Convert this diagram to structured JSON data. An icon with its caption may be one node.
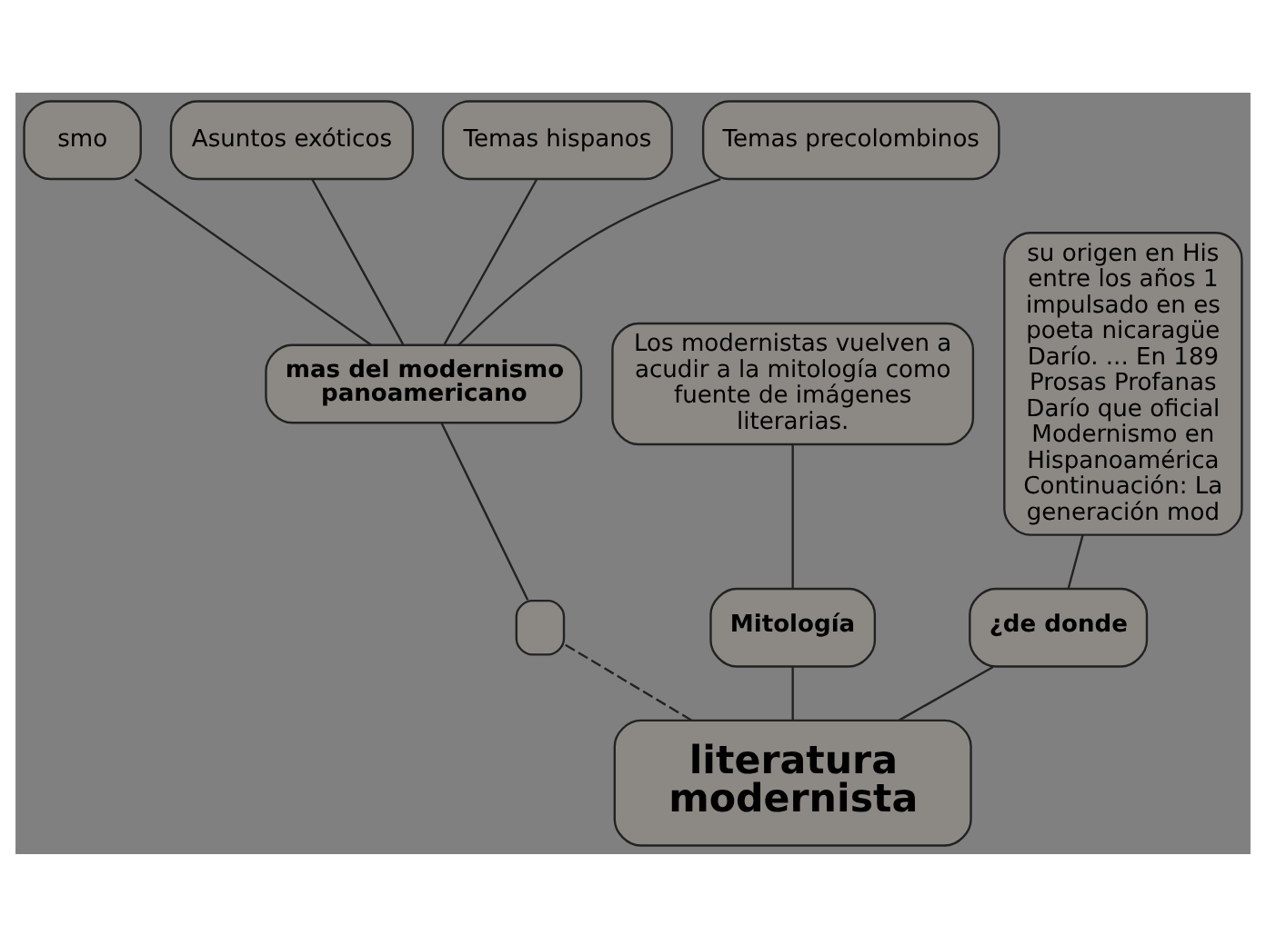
{
  "diagram": {
    "nodes": [
      {
        "text": [
          "literatura modernista"
        ]
      },
      {
        "text": [],
        "shape": "box"
      },
      {
        "text": [
          "mas del modernismo panoamericano"
        ]
      },
      {
        "text": [
          "smo"
        ]
      },
      {
        "text": [
          "Asuntos exóticos"
        ]
      },
      {
        "text": [
          "Temas hispanos"
        ]
      },
      {
        "text": [
          "Temas precolombinos"
        ]
      },
      {
        "text": [
          "Mitología"
        ]
      },
      {
        "text": [
          "Los modernistas vuelven a acudir a la mitología como fuente de imágenes literarias."
        ]
      },
      {
        "text": [
          "¿de donde"
        ]
      },
      {
        "text": [
          "su origen en His entre los años 1 impulsado en es poeta nicaragüe Darío. ... En 189 Prosas Profanas Darío que oficial Modernismo en Hispanoamérica Continuación: La generación mod"
        ]
      }
    ],
    "edges": [
      {
        "from": 0,
        "to": 1,
        "arrow": "none",
        "style": "dashed"
      },
      {
        "from": 1,
        "to": 2,
        "arrow": "none"
      },
      {
        "from": 2,
        "to": 3,
        "arrow": "none"
      },
      {
        "from": 2,
        "to": 4,
        "arrow": "none"
      },
      {
        "from": 2,
        "to": 5,
        "arrow": "none"
      },
      {
        "from": 2,
        "to": 6,
        "arrow": "none"
      },
      {
        "from": 0,
        "to": 7,
        "arrow": "none"
      },
      {
        "from": 7,
        "to": 8,
        "arrow": "none"
      },
      {
        "from": 0,
        "to": 9,
        "arrow": "none"
      },
      {
        "from": 9,
        "to": 10,
        "arrow": "none"
      }
    ]
  }
}
